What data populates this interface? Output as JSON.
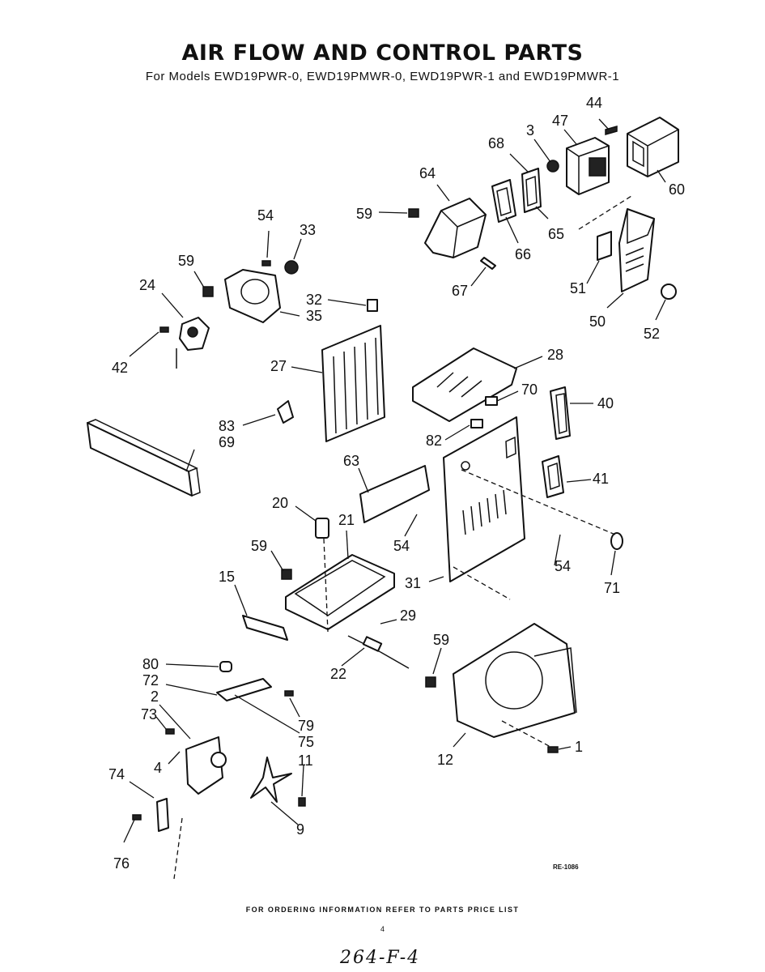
{
  "header": {
    "title": "AIR FLOW AND CONTROL PARTS",
    "subtitle": "For Models EWD19PWR-0, EWD19PMWR-0, EWD19PWR-1 and EWD19PMWR-1"
  },
  "diagram_ref": "RE-1086",
  "footer": {
    "ordering_note": "FOR ORDERING INFORMATION REFER TO PARTS PRICE LIST",
    "page_number": "4",
    "handwritten_note": "264-F-4"
  },
  "callouts": [
    "44",
    "47",
    "3",
    "68",
    "60",
    "64",
    "59",
    "66",
    "65",
    "67",
    "51",
    "50",
    "52",
    "54",
    "33",
    "59",
    "24",
    "32",
    "35",
    "42",
    "27",
    "28",
    "70",
    "40",
    "83",
    "69",
    "82",
    "63",
    "41",
    "20",
    "21",
    "54",
    "59",
    "54",
    "15",
    "31",
    "71",
    "29",
    "59",
    "80",
    "72",
    "2",
    "22",
    "73",
    "79",
    "75",
    "1",
    "4",
    "11",
    "12",
    "74",
    "9",
    "76"
  ]
}
